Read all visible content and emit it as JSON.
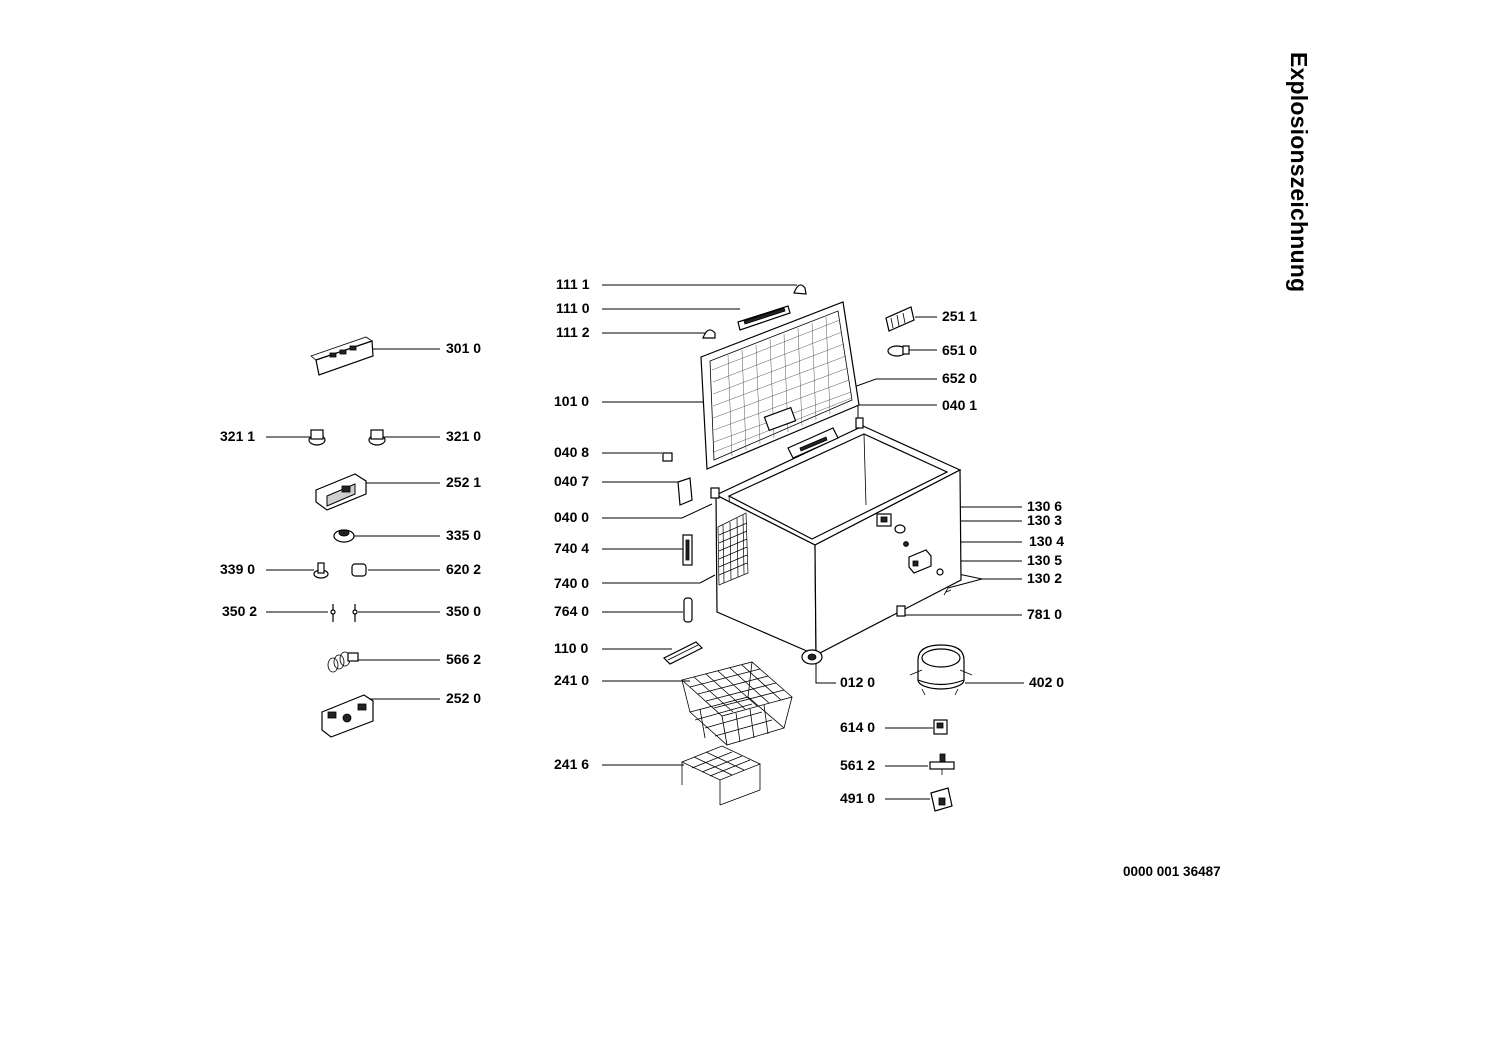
{
  "page_title": "Explosionszeichnung",
  "document_number": "0000 001 36487",
  "labels": [
    {
      "id": "1111",
      "text": "111 1"
    },
    {
      "id": "1110",
      "text": "111 0"
    },
    {
      "id": "1112",
      "text": "111 2"
    },
    {
      "id": "1010",
      "text": "101 0"
    },
    {
      "id": "0408",
      "text": "040 8"
    },
    {
      "id": "0407",
      "text": "040 7"
    },
    {
      "id": "0400",
      "text": "040 0"
    },
    {
      "id": "7404",
      "text": "740 4"
    },
    {
      "id": "7400",
      "text": "740 0"
    },
    {
      "id": "7640",
      "text": "764 0"
    },
    {
      "id": "1100",
      "text": "110 0"
    },
    {
      "id": "2410",
      "text": "241 0"
    },
    {
      "id": "2416",
      "text": "241 6"
    },
    {
      "id": "3010",
      "text": "301 0"
    },
    {
      "id": "3211",
      "text": "321 1"
    },
    {
      "id": "3210",
      "text": "321 0"
    },
    {
      "id": "2521",
      "text": "252 1"
    },
    {
      "id": "3350",
      "text": "335 0"
    },
    {
      "id": "3390",
      "text": "339 0"
    },
    {
      "id": "6202",
      "text": "620 2"
    },
    {
      "id": "3502",
      "text": "350 2"
    },
    {
      "id": "3500",
      "text": "350 0"
    },
    {
      "id": "5662",
      "text": "566 2"
    },
    {
      "id": "2520",
      "text": "252 0"
    },
    {
      "id": "2511",
      "text": "251 1"
    },
    {
      "id": "6510",
      "text": "651 0"
    },
    {
      "id": "6520",
      "text": "652 0"
    },
    {
      "id": "0401",
      "text": "040 1"
    },
    {
      "id": "1306",
      "text": "130 6"
    },
    {
      "id": "1303",
      "text": "130 3"
    },
    {
      "id": "1304",
      "text": "130 4"
    },
    {
      "id": "1305",
      "text": "130 5"
    },
    {
      "id": "1302",
      "text": "130 2"
    },
    {
      "id": "7810",
      "text": "781 0"
    },
    {
      "id": "0120",
      "text": "012 0"
    },
    {
      "id": "4020",
      "text": "402 0"
    },
    {
      "id": "6140",
      "text": "614 0"
    },
    {
      "id": "5612",
      "text": "561 2"
    },
    {
      "id": "4910",
      "text": "491 0"
    }
  ]
}
